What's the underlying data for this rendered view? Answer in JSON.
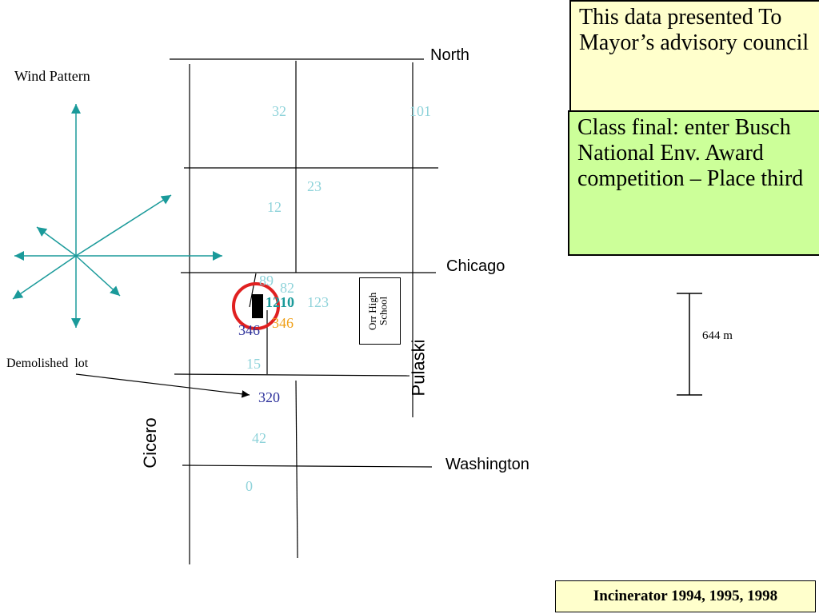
{
  "title_box": {
    "text": "This data presented To Mayor’s advisory council"
  },
  "award_box": {
    "text": "Class final: enter Busch National Env. Award competition – Place third"
  },
  "footer_box": {
    "text": "Incinerator 1994, 1995, 1998"
  },
  "wind": {
    "label": "Wind Pattern"
  },
  "demolished": {
    "label": "Demolished  lot"
  },
  "streets": {
    "north": "North",
    "chicago": "Chicago",
    "washington": "Washington",
    "pulaski": "Pulaski",
    "cicero": "Cicero"
  },
  "school": {
    "label": "Orr High School"
  },
  "scale": {
    "label": "644 m"
  },
  "values": {
    "v32": "32",
    "v101": "101",
    "v23": "23",
    "v12": "12",
    "v89": "89",
    "v82": "82",
    "v1210": "1210",
    "v123": "123",
    "v346_orange": "346",
    "v346_blue": "346",
    "v15": "15",
    "v320": "320",
    "v42": "42",
    "v0": "0"
  },
  "colors": {
    "light_teal": "#8fd3da",
    "dark_teal": "#1a9a9a",
    "blue": "#2b2f9a",
    "orange": "#f0a018",
    "title_bg": "#ffffcc",
    "award_bg": "#ccff99",
    "footer_bg": "#ffffcc",
    "circle": "#e02020"
  }
}
